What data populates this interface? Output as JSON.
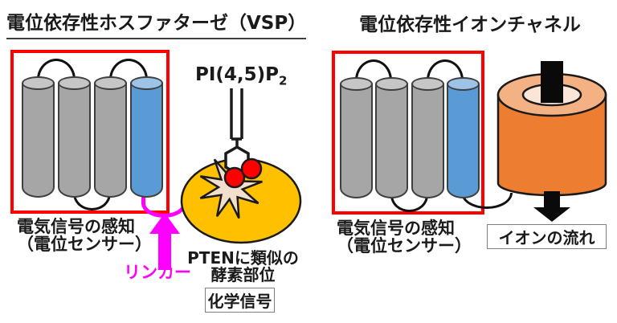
{
  "left_panel": {
    "title": "電位依存性ホスファターゼ（VSP）",
    "sensor_label_line1": "電気信号の感知",
    "sensor_label_line2": "（電位センサー）",
    "linker_label": "リンカー",
    "substrate_label_base": "PI(4,5)P",
    "substrate_label_sub": "2",
    "enzyme_label_line1": "PTENに類似の",
    "enzyme_label_line2": "酵素部位",
    "output_label": "化学信号"
  },
  "right_panel": {
    "title": "電位依存性イオンチャネル",
    "sensor_label_line1": "電気信号の感知",
    "sensor_label_line2": "（電位センサー）",
    "output_label": "イオンの流れ"
  },
  "colors": {
    "red-outline": "#FF0000",
    "gray-body": "#A6A6A6",
    "gray-top": "#C6C6C6",
    "blue-body": "#5B9BD5",
    "blue-top": "#9DC3E6",
    "gold": "#FFC000",
    "burst-cream": "#F2DFCE",
    "dot-red": "#FF0000",
    "channel-body": "#ED7D31",
    "channel-rim": "#F4B183",
    "channel-pore": "#FBE5D6",
    "magenta": "#FF00FF",
    "ink": "#1A1A1A"
  }
}
